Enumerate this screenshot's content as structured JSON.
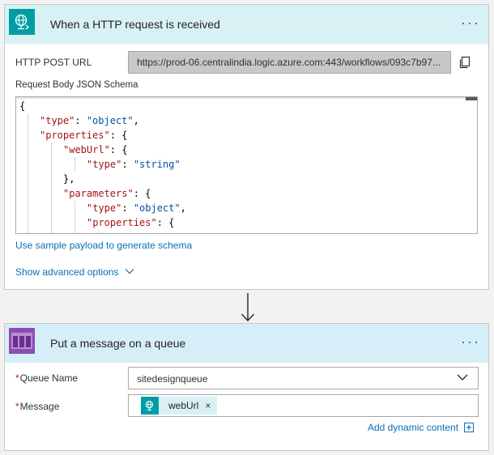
{
  "trigger": {
    "title": "When a HTTP request is received",
    "more_label": "···",
    "url_label": "HTTP POST URL",
    "url_value": "https://prod-06.centralindia.logic.azure.com:443/workflows/093c7b97...",
    "schema_label": "Request Body JSON Schema",
    "schema_lines": [
      "{",
      "\"type\": \"object\",",
      "\"properties\": {",
      "\"webUrl\": {",
      "\"type\": \"string\"",
      "},",
      "\"parameters\": {",
      "\"type\": \"object\",",
      "\"properties\": {"
    ],
    "sample_payload_link": "Use sample payload to generate schema",
    "advanced_options_link": "Show advanced options"
  },
  "action": {
    "title": "Put a message on a queue",
    "more_label": "···",
    "queue_name_label": "Queue Name",
    "queue_name_value": "sitedesignqueue",
    "message_label": "Message",
    "message_token": "webUrl",
    "token_remove": "×",
    "add_dynamic_link": "Add dynamic content",
    "required_marker": "*"
  },
  "icons": [
    "globe-request-icon",
    "copy-icon",
    "chevron-down-icon",
    "down-arrow-icon",
    "queue-icon",
    "plus-box-icon",
    "close-icon"
  ],
  "colors": {
    "trigger_icon_bg": "#009da5",
    "trigger_header_bg": "#d8f1f4",
    "queue_icon_bg": "#8f4bb4",
    "link": "#0a6fb4",
    "json_key": "#a31515",
    "json_string": "#0451a5"
  }
}
